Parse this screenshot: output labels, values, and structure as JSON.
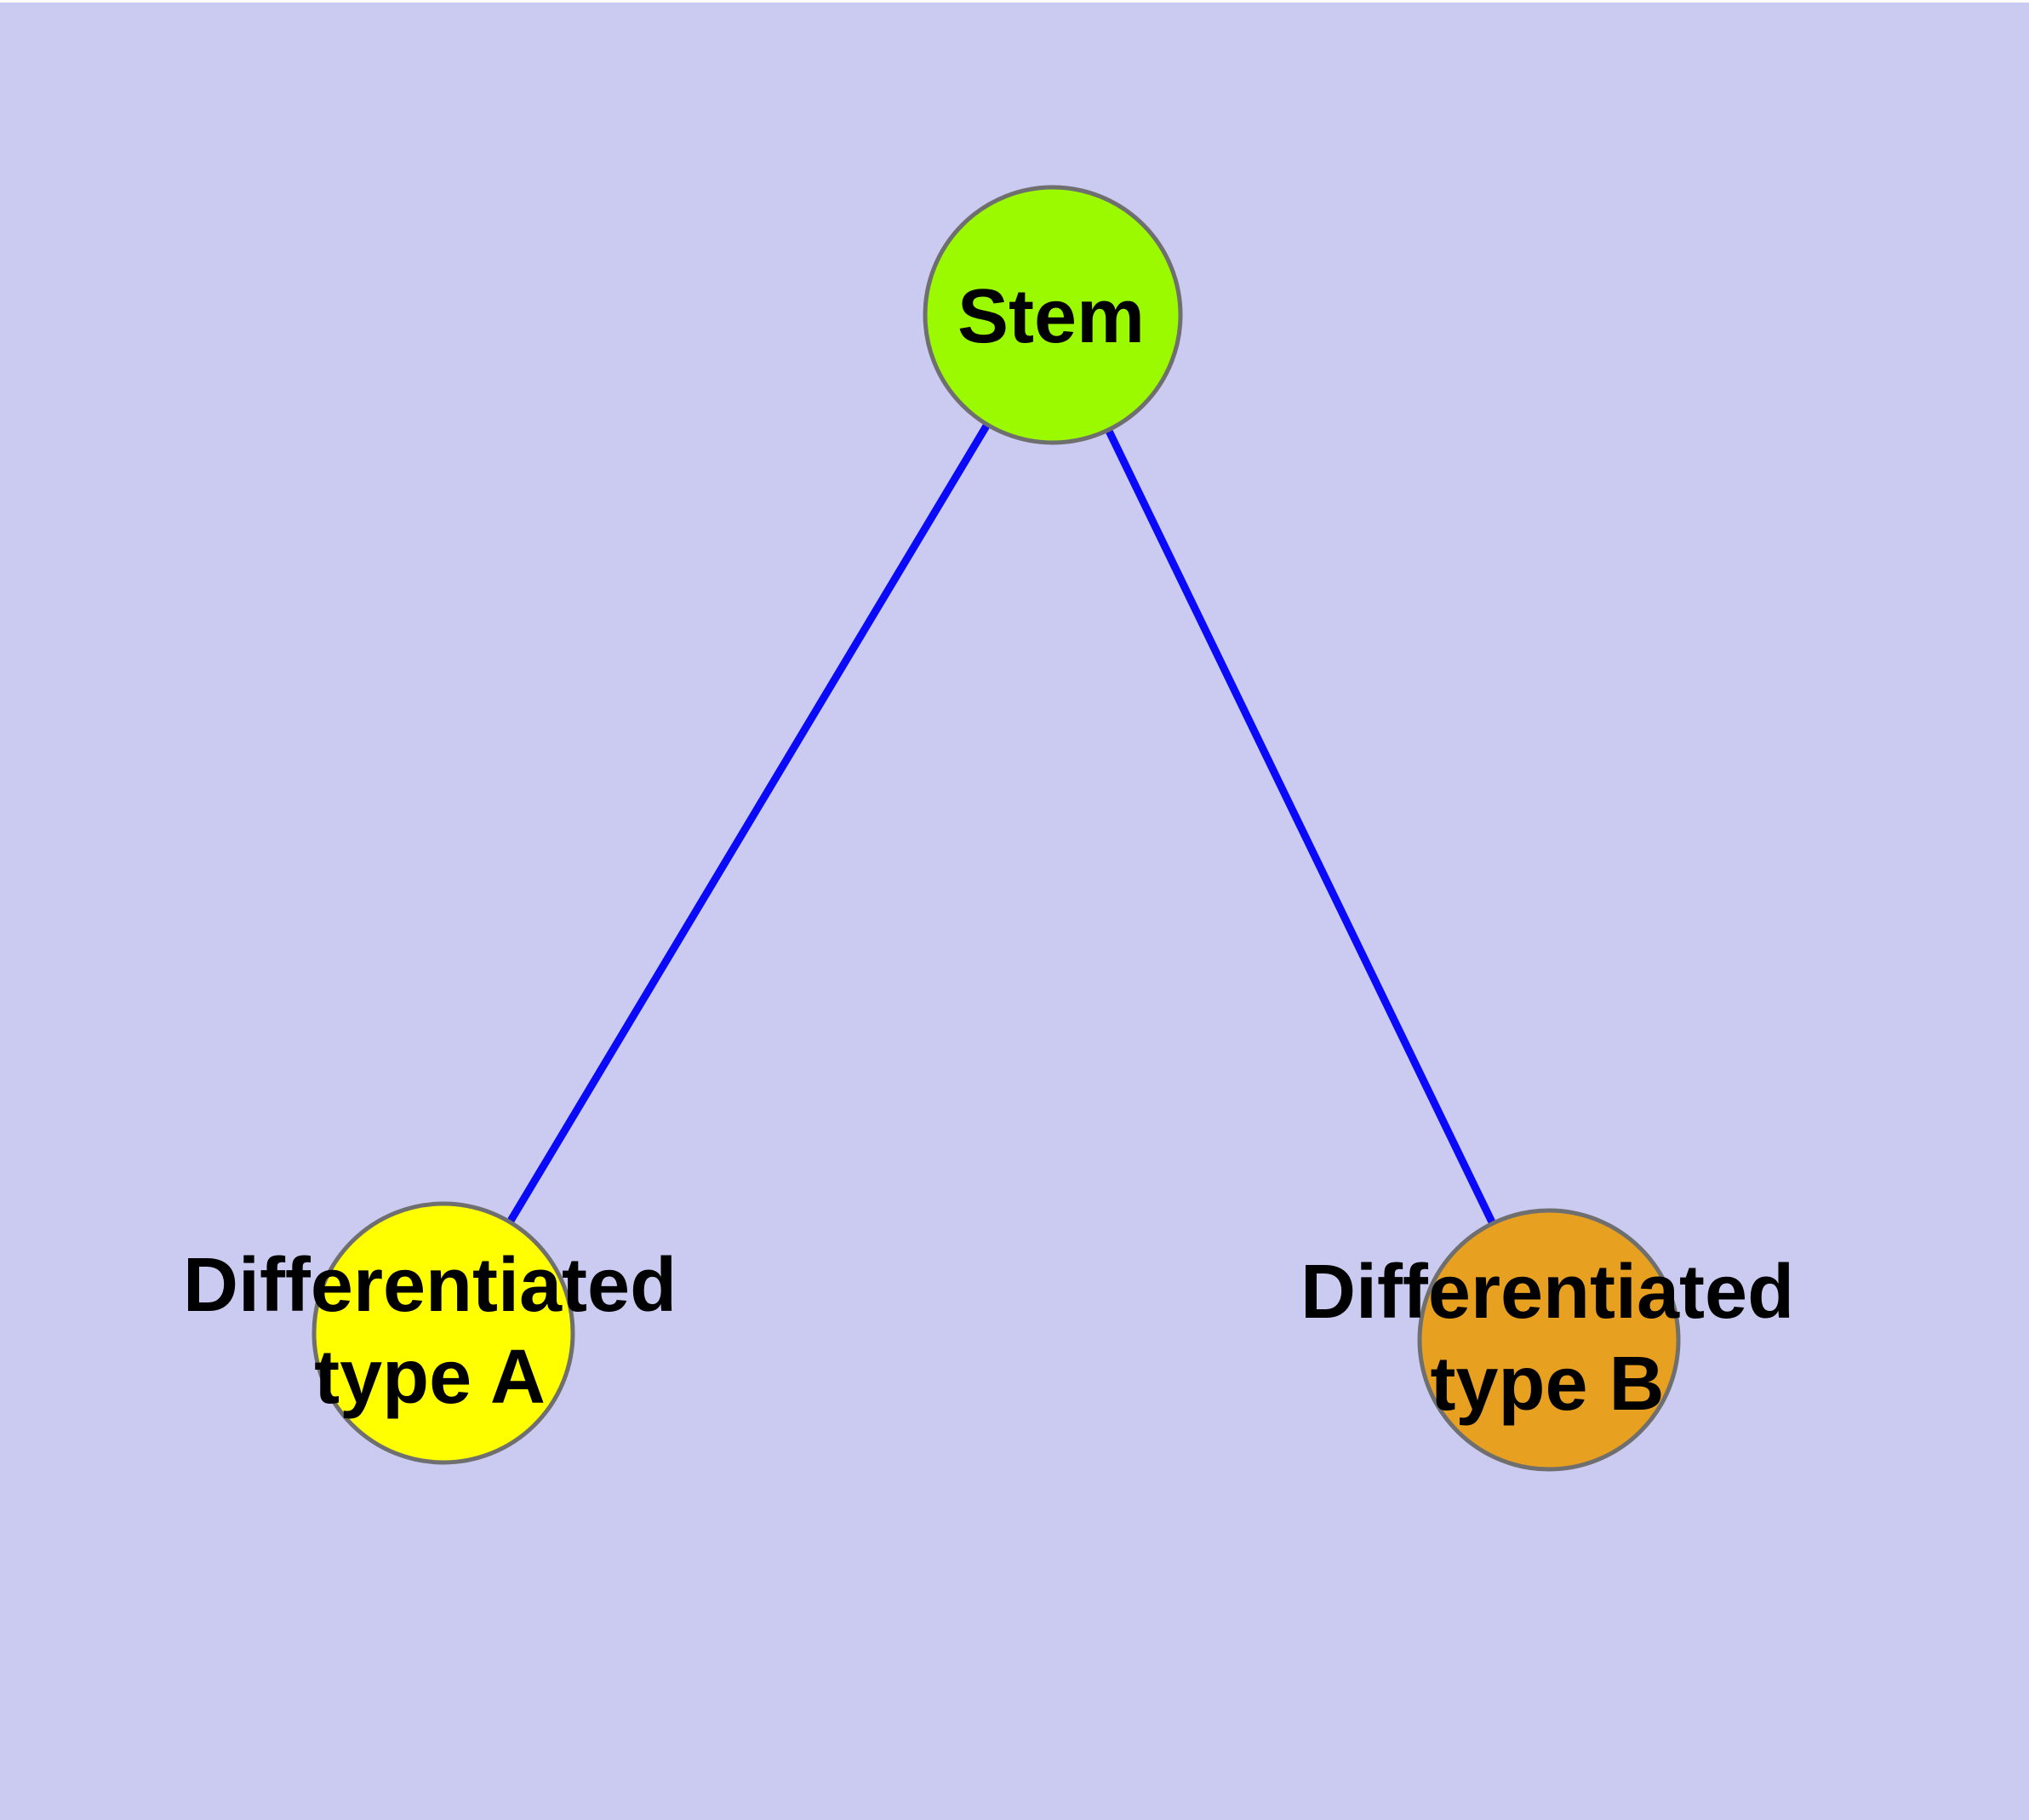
{
  "canvas": {
    "background_color": "#CBCBF2",
    "top_strip_color": "#FFFFFF"
  },
  "graph": {
    "nodes": [
      {
        "id": "stem",
        "label": "Stem",
        "lines": [
          "Stem"
        ],
        "fill": "#9BF900"
      },
      {
        "id": "differentiated-type-a",
        "label": "Differentiated type A",
        "lines": [
          "Differentiated",
          "type A"
        ],
        "fill": "#FFFF00"
      },
      {
        "id": "differentiated-type-b",
        "label": "Differentiated type B",
        "lines": [
          "Differentiated",
          "type B"
        ],
        "fill": "#E7A020"
      }
    ],
    "edges": [
      {
        "from": "stem",
        "to": "differentiated-type-a"
      },
      {
        "from": "stem",
        "to": "differentiated-type-b"
      }
    ],
    "style": {
      "edge_color": "#0A0AF8",
      "node_border_color": "#6F6F6F",
      "label_color": "#000000"
    }
  }
}
